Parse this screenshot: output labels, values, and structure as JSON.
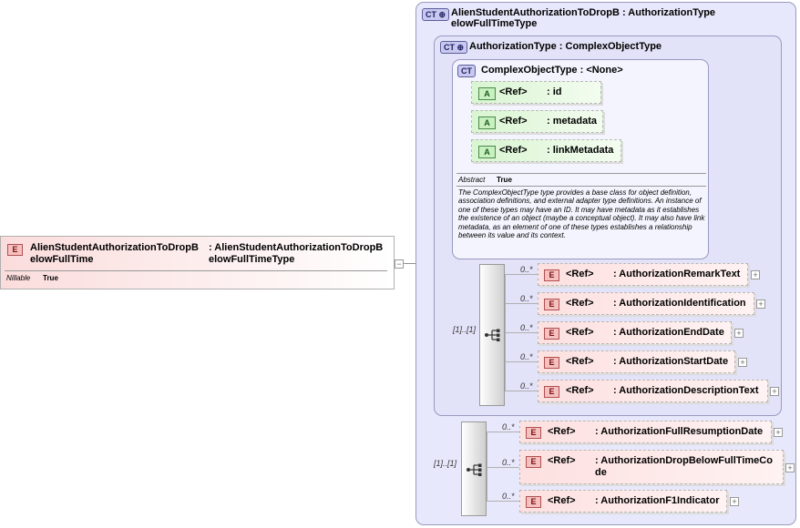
{
  "root": {
    "badge": "E",
    "name": "AlienStudentAuthorizationToDropB\nelowFullTime",
    "type": ": AlienStudentAuthorizationToDropB\nelowFullTimeType",
    "prop_label": "Nillable",
    "prop_value": "True"
  },
  "outer_ct": {
    "badge": "CT",
    "title": "AlienStudentAuthorizationToDropB : AuthorizationType\nelowFullTimeType"
  },
  "auth_ct": {
    "badge": "CT",
    "title": "AuthorizationType : ComplexObjectType"
  },
  "complex_ct": {
    "badge": "CT",
    "title": "ComplexObjectType : <None>",
    "attributes": [
      {
        "badge": "A",
        "ref": "<Ref>",
        "name": ": id"
      },
      {
        "badge": "A",
        "ref": "<Ref>",
        "name": ": metadata"
      },
      {
        "badge": "A",
        "ref": "<Ref>",
        "name": ": linkMetadata"
      }
    ],
    "abstract_label": "Abstract",
    "abstract_value": "True",
    "description": "The ComplexObjectType type provides a base class for object definition, association definitions, and external adapter type definitions. An instance of one of these types may have an ID. It may have metadata as it establishes the existence of an object (maybe a conceptual object). It may also have link metadata, as an element of one of these types establishes a relationship between its value and its context."
  },
  "seq1": {
    "occurrence": "[1]..[1]",
    "elements": [
      {
        "badge": "E",
        "occ": "0..*",
        "ref": "<Ref>",
        "name": ": AuthorizationRemarkText"
      },
      {
        "badge": "E",
        "occ": "0..*",
        "ref": "<Ref>",
        "name": ": AuthorizationIdentification"
      },
      {
        "badge": "E",
        "occ": "0..*",
        "ref": "<Ref>",
        "name": ": AuthorizationEndDate"
      },
      {
        "badge": "E",
        "occ": "0..*",
        "ref": "<Ref>",
        "name": ": AuthorizationStartDate"
      },
      {
        "badge": "E",
        "occ": "0..*",
        "ref": "<Ref>",
        "name": ": AuthorizationDescriptionText"
      }
    ]
  },
  "seq2": {
    "occurrence": "[1]..[1]",
    "elements": [
      {
        "badge": "E",
        "occ": "0..*",
        "ref": "<Ref>",
        "name": ": AuthorizationFullResumptionDate"
      },
      {
        "badge": "E",
        "occ": "0..*",
        "ref": "<Ref>",
        "name": ": AuthorizationDropBelowFullTimeCo\nde"
      },
      {
        "badge": "E",
        "occ": "0..*",
        "ref": "<Ref>",
        "name": ": AuthorizationF1Indicator"
      }
    ]
  }
}
